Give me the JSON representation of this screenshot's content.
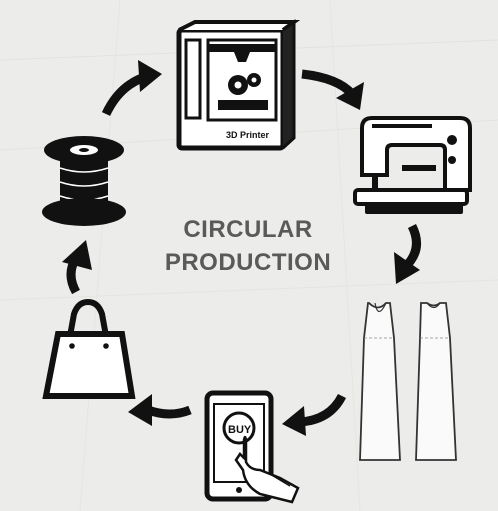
{
  "title": {
    "line1": "CIRCULAR",
    "line2": "PRODUCTION"
  },
  "printer": {
    "label": "3D Printer"
  },
  "phone": {
    "buy_label": "BUY"
  },
  "colors": {
    "background": "#ececea",
    "ink": "#111111",
    "title_text": "#5a5a5a"
  },
  "cycle": [
    "thread-spool-icon",
    "3d-printer-icon",
    "sewing-machine-icon",
    "dress-pattern-icon",
    "smartphone-buy-icon",
    "shopping-bag-icon"
  ]
}
